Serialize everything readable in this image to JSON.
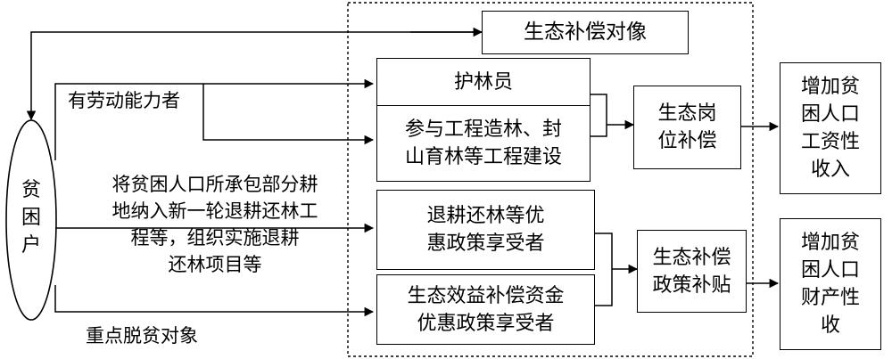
{
  "left_node": {
    "label": "贫\n困\n户"
  },
  "top_box": {
    "label": "生态补偿对像"
  },
  "edge_labels": {
    "capable": "有劳动能力者",
    "farmland": "将贫困人口所承包部分耕\n地纳入新一轮退耕还林工\n程等，组织实施退耕\n还林项目等",
    "key_target": "重点脱贫对象"
  },
  "mid_boxes": {
    "forest_ranger": "护林员",
    "afforestation": "参与工程造林、封\n山育林等工程建设",
    "grain_for_green": "退耕还林等优\n惠政策享受者",
    "eco_fund": "生态效益补偿资金\n优惠政策享受者"
  },
  "comp_boxes": {
    "job_comp": "生态岗\n位补偿",
    "policy_subsidy": "生态补偿\n政策补贴"
  },
  "outcome_boxes": {
    "wage_income": "增加贫\n困人口\n工资性\n收入",
    "property_income": "增加贫\n困人口\n财产性\n收"
  },
  "colors": {
    "stroke": "#000000",
    "background": "#ffffff"
  }
}
